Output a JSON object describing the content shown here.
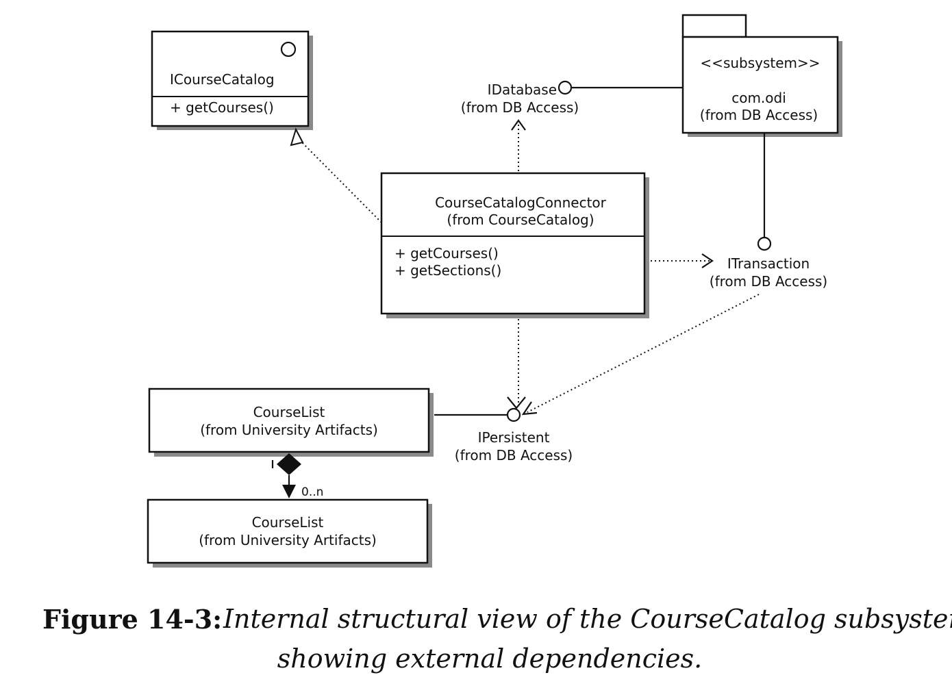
{
  "classes": {
    "icoursecatalog": {
      "name": "ICourseCatalog",
      "operations": [
        "+ getCourses()"
      ]
    },
    "connector": {
      "name": "CourseCatalogConnector",
      "origin": "(from CourseCatalog)",
      "operations": [
        "+ getCourses()",
        "+ getSections()"
      ]
    },
    "subsystem": {
      "stereotype": "<<subsystem>>",
      "name": "com.odi",
      "origin": "(from DB Access)"
    },
    "courselist_top": {
      "name": "CourseList",
      "origin": "(from University Artifacts)"
    },
    "courselist_bottom": {
      "name": "CourseList",
      "origin": "(from University Artifacts)"
    }
  },
  "interfaces": {
    "idatabase": {
      "name": "IDatabase",
      "origin": "(from DB Access)"
    },
    "itransaction": {
      "name": "ITransaction",
      "origin": "(from DB Access)"
    },
    "ipersistent": {
      "name": "IPersistent",
      "origin": "(from DB Access)"
    }
  },
  "associations": {
    "courselist_multiplicity": "0..n"
  },
  "caption": {
    "number": "Figure 14-3:",
    "line1": "Internal structural view of the CourseCatalog subsystem,",
    "line2": "showing external dependencies."
  }
}
